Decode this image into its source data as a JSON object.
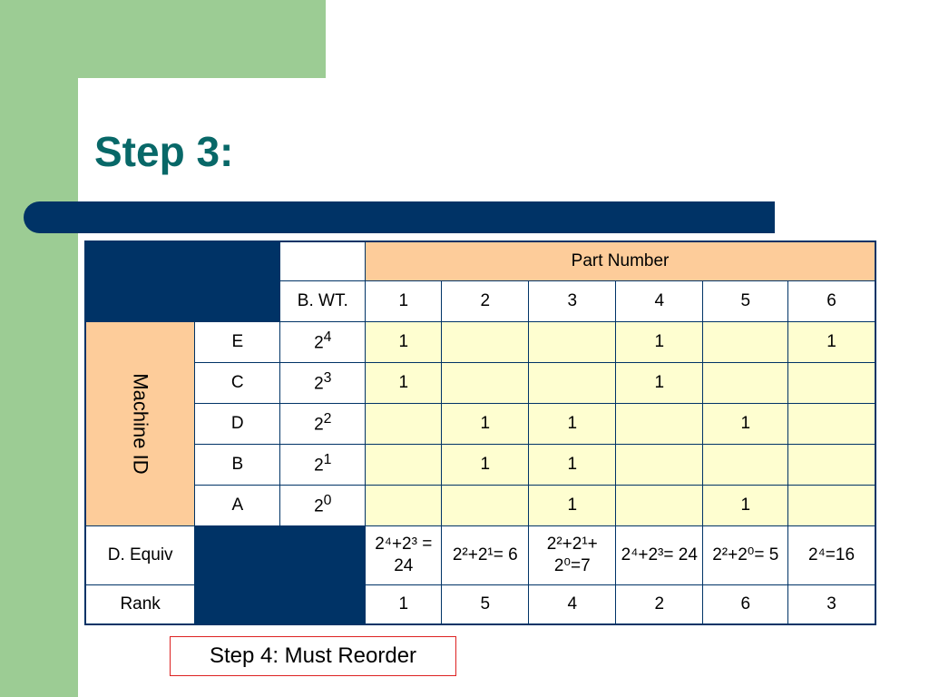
{
  "title": "Step 3:",
  "table": {
    "part_number_label": "Part Number",
    "bwt_label": "B. WT.",
    "part_numbers": [
      "1",
      "2",
      "3",
      "4",
      "5",
      "6"
    ],
    "machine_id_label": "Machine ID",
    "machines": [
      {
        "id": "E",
        "weight_base": "2",
        "weight_exp": "4",
        "cells": [
          "1",
          "",
          "",
          "1",
          "",
          "1"
        ]
      },
      {
        "id": "C",
        "weight_base": "2",
        "weight_exp": "3",
        "cells": [
          "1",
          "",
          "",
          "1",
          "",
          ""
        ]
      },
      {
        "id": "D",
        "weight_base": "2",
        "weight_exp": "2",
        "cells": [
          "",
          "1",
          "1",
          "",
          "1",
          ""
        ]
      },
      {
        "id": "B",
        "weight_base": "2",
        "weight_exp": "1",
        "cells": [
          "",
          "1",
          "1",
          "",
          "",
          ""
        ]
      },
      {
        "id": "A",
        "weight_base": "2",
        "weight_exp": "0",
        "cells": [
          "",
          "",
          "1",
          "",
          "1",
          ""
        ]
      }
    ],
    "d_equiv_label": "D. Equiv",
    "d_equiv": [
      "2⁴+2³ = 24",
      "2²+2¹= 6",
      "2²+2¹+ 2⁰=7",
      "2⁴+2³= 24",
      "2²+2⁰= 5",
      "2⁴=16"
    ],
    "rank_label": "Rank",
    "ranks": [
      "1",
      "5",
      "4",
      "2",
      "6",
      "3"
    ]
  },
  "note": "Step 4: Must Reorder",
  "colors": {
    "green": "#9ccc94",
    "navy": "#003366",
    "title_teal": "#086868",
    "peach": "#fdcc9a",
    "cream": "#fefed0",
    "note_border": "#dd2222"
  }
}
